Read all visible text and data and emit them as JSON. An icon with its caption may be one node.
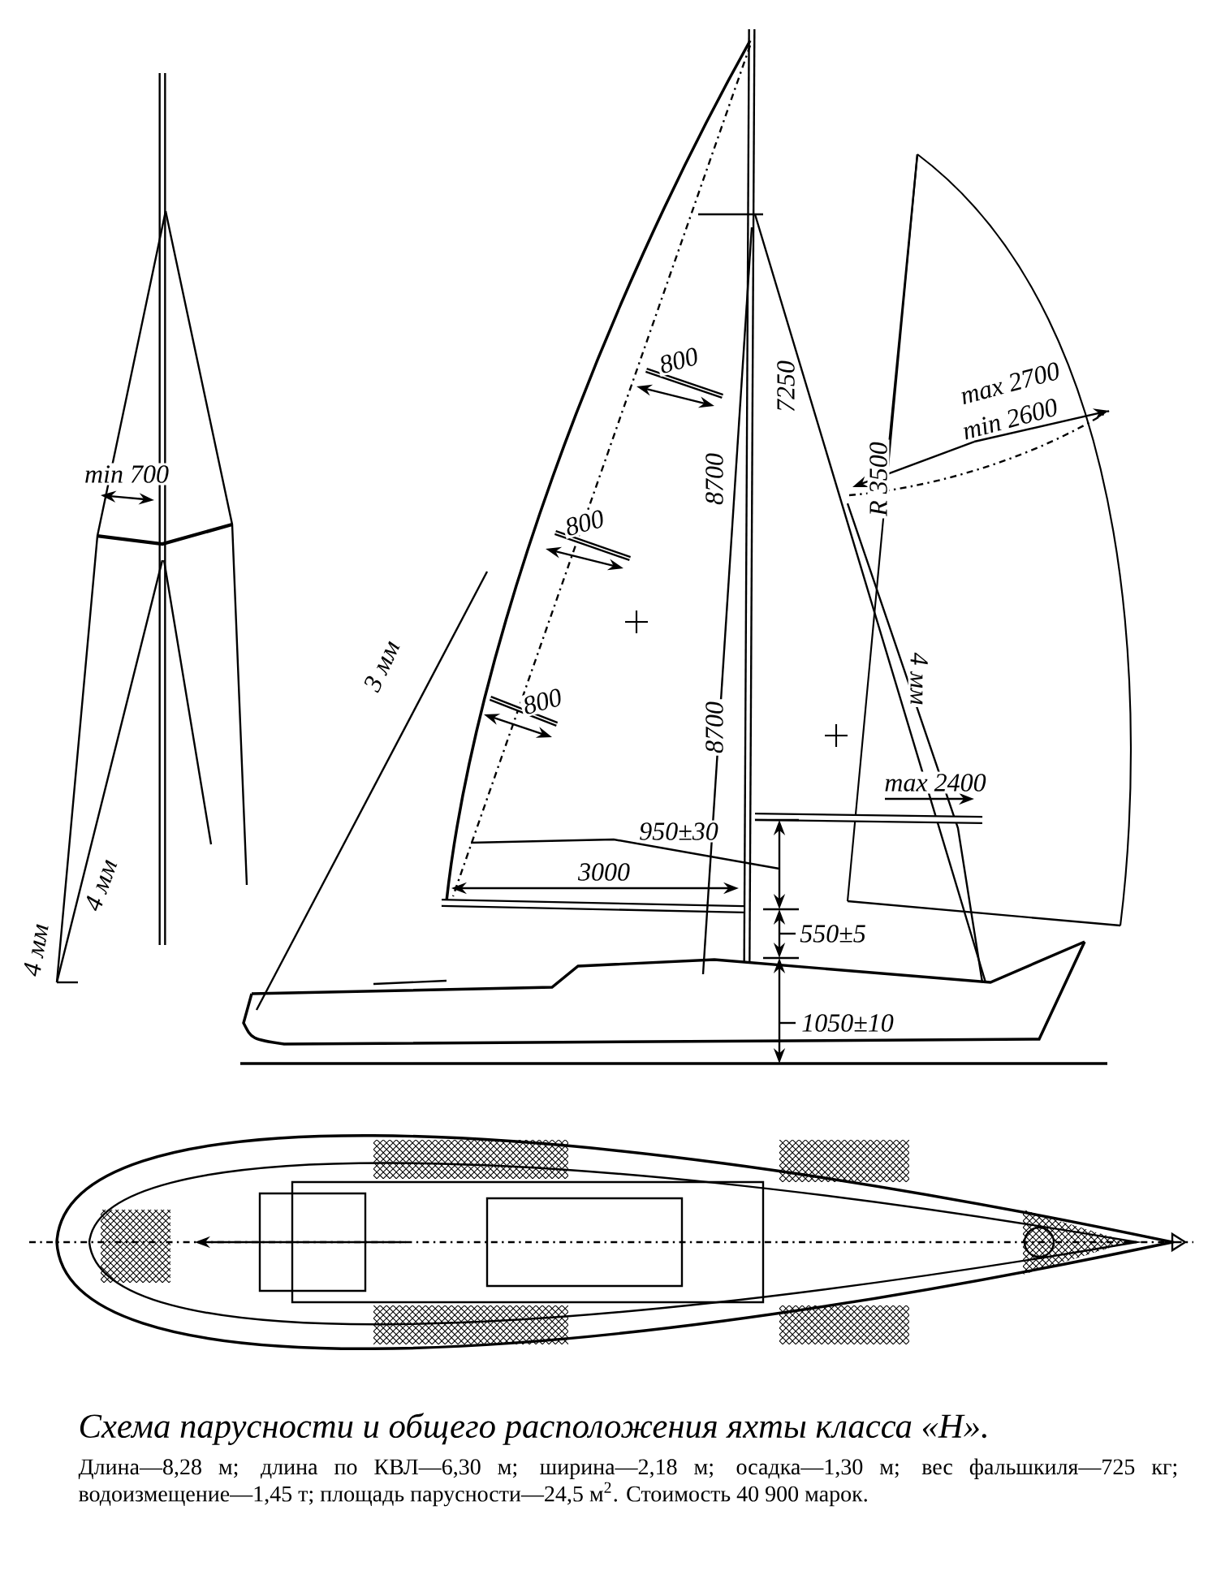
{
  "diagram": {
    "title": "Схема парусности и общего расположения яхты класса «Н».",
    "caption": "Длина—8,28 м; длина по КВЛ—6,30 м; ширина—2,18 м; осадка—1,30 м; вес фальшкиля—725 кг; водоизмещение—1,45 т; площадь парусности—24,5 м$^{2}$. Стоимость 40 900 марок.",
    "labels": [
      "min 700",
      "4 мм",
      "4 мм",
      "800",
      "800",
      "800",
      "8700",
      "7250",
      "8700",
      "3 мм",
      "R 3500",
      "max 2700",
      "min 2600",
      "4 мм",
      "max 2400",
      "950±30",
      "3000",
      "550±5",
      "1050±10"
    ]
  }
}
